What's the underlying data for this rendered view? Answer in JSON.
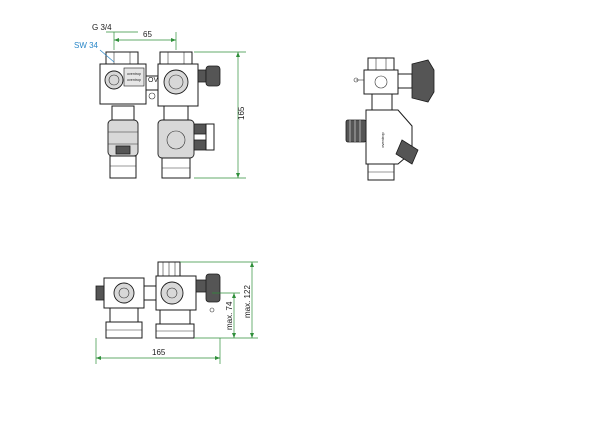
{
  "labels": {
    "thread": "G 3/4",
    "wrench": "SW 34",
    "marking": "OV",
    "brand_line1": "oventrop",
    "brand_line2": "oventrop"
  },
  "dimensions": {
    "front_pitch": "65",
    "front_height": "165",
    "top_width": "165",
    "top_depth_max": "max. 74",
    "top_height_max": "max. 122"
  },
  "colors": {
    "outline": "#1c1c1c",
    "dimension_line": "#2f8f3a",
    "leader_line": "#2a87c8"
  }
}
